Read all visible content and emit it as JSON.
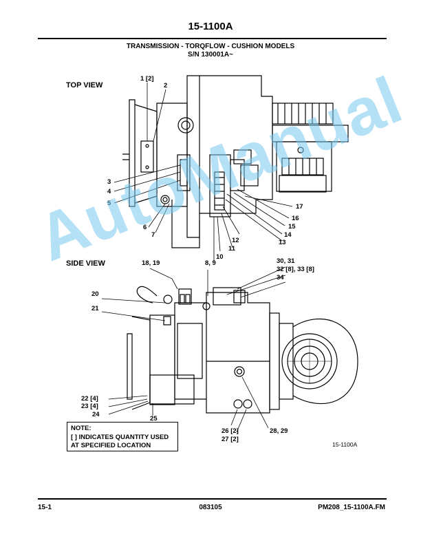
{
  "header": {
    "page_title": "15-1100A",
    "subtitle_line1": "TRANSMISSION - TORQFLOW - CUSHION MODELS",
    "subtitle_line2": "S/N 130001A~"
  },
  "views": {
    "top_view_label": "TOP VIEW",
    "side_view_label": "SIDE VIEW"
  },
  "callouts": {
    "c1": "1 [2]",
    "c2": "2",
    "c3": "3",
    "c4": "4",
    "c5": "5",
    "c6": "6",
    "c7": "7",
    "c8_9": "8, 9",
    "c10": "10",
    "c11": "11",
    "c12": "12",
    "c13": "13",
    "c14": "14",
    "c15": "15",
    "c16": "16",
    "c17": "17",
    "c18_19": "18, 19",
    "c20": "20",
    "c21": "21",
    "c22": "22 [4]",
    "c23": "23 [4]",
    "c24": "24",
    "c25": "25",
    "c26": "26 [2]",
    "c27": "27 [2]",
    "c28_29": "28, 29",
    "c30_31": "30, 31",
    "c32_33": "32 [8], 33 [8]",
    "c34": "34"
  },
  "note": {
    "heading": "NOTE:",
    "line1": "[ ] INDICATES QUANTITY USED",
    "line2": "AT SPECIFIED LOCATION"
  },
  "figure_id": "15-1100A",
  "footer": {
    "left": "15-1",
    "center": "083105",
    "right": "PM208_15-1100A.FM"
  },
  "watermark": "AutoManual"
}
